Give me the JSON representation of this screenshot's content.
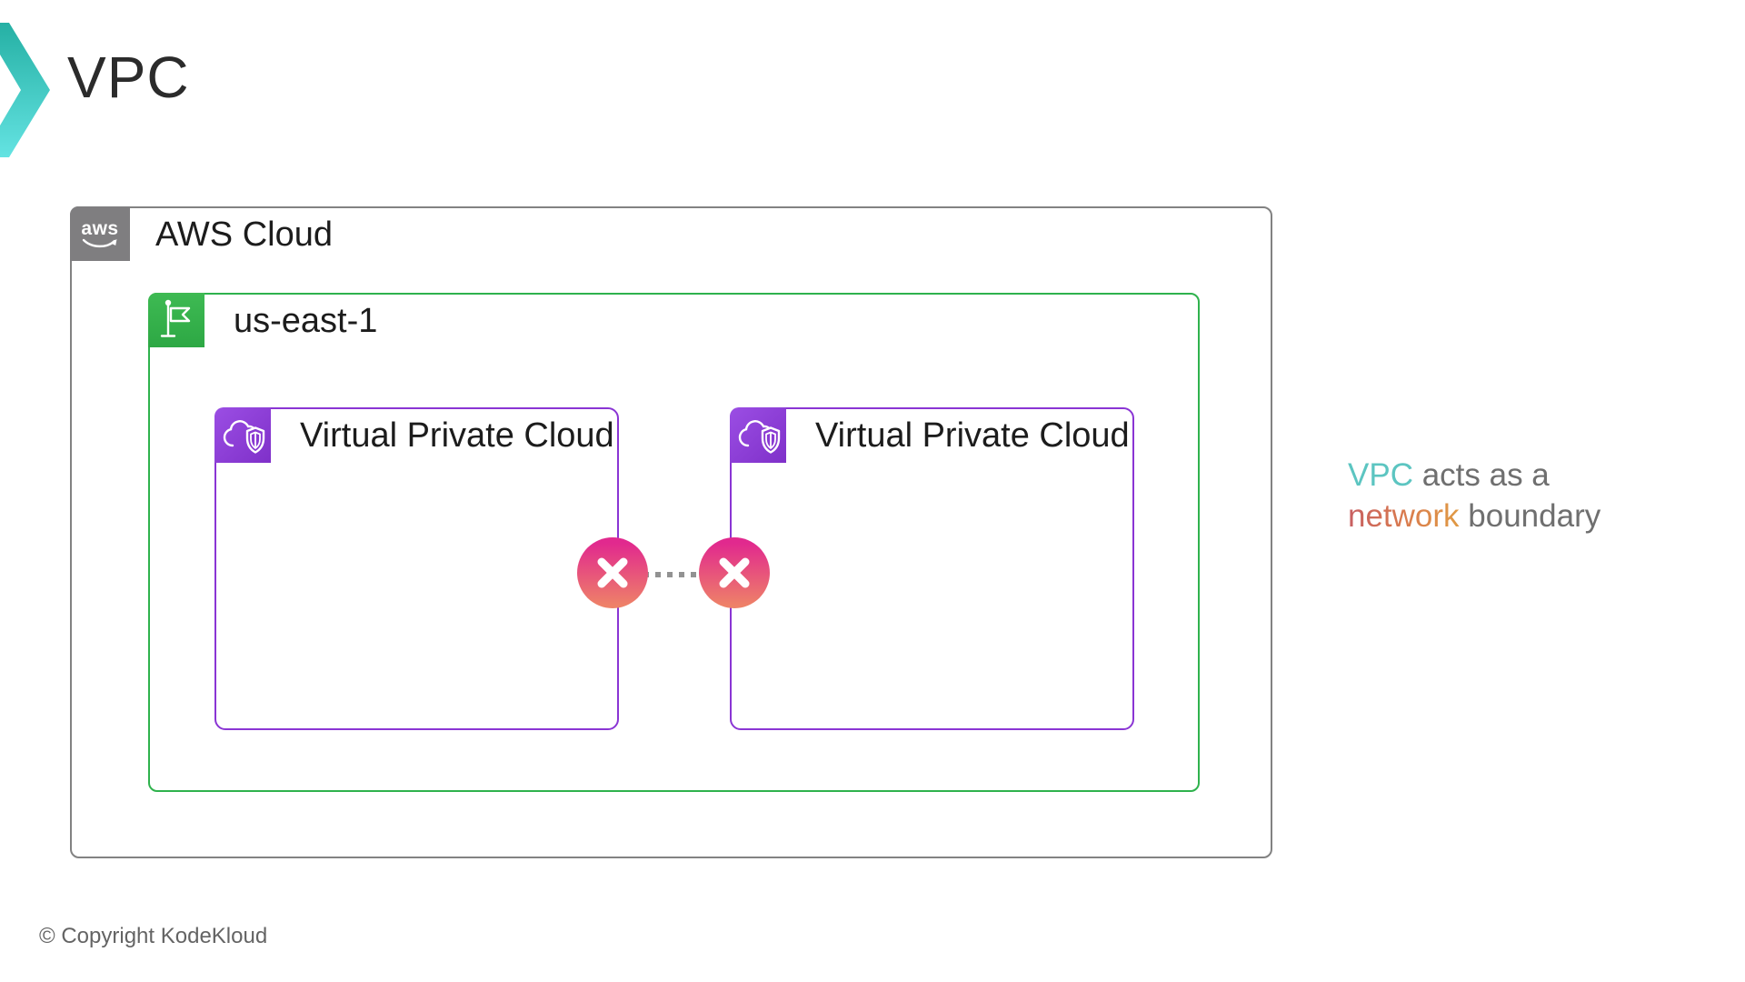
{
  "header": {
    "title": "VPC",
    "logo_icon": "kodekloud-chevron"
  },
  "diagram": {
    "aws_cloud": {
      "label": "AWS Cloud",
      "icon": "aws-smile-logo",
      "icon_text": "aws",
      "border_color": "#828282"
    },
    "region": {
      "label": "us-east-1",
      "icon": "region-flag",
      "border_color": "#2fb24d"
    },
    "vpcs": [
      {
        "label": "Virtual Private Cloud",
        "icon": "cloud-shield"
      },
      {
        "label": "Virtual Private Cloud",
        "icon": "cloud-shield"
      }
    ],
    "connection": {
      "icon": "x-circle-blocked",
      "style": "dotted-line",
      "blocked_marker_count": 2
    }
  },
  "caption": {
    "line1_highlight": "VPC",
    "line1_rest": " acts as a",
    "line2_highlight": "network",
    "line2_rest": " boundary"
  },
  "footer": {
    "copyright": "© Copyright KodeKloud"
  },
  "colors": {
    "teal_accent": "#5cc5c1",
    "region_green": "#2fb24d",
    "vpc_purple": "#8a35d4",
    "aws_gray": "#7f7e80",
    "blocked_magenta": "#e1298e",
    "blocked_salmon": "#ee8168",
    "warm_gradient_start": "#c75f62",
    "warm_gradient_end": "#e09a44",
    "text_dark": "#1c1c1c",
    "text_gray": "#6f6f6f"
  }
}
